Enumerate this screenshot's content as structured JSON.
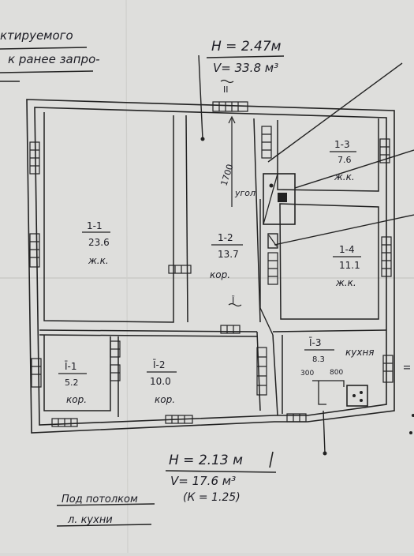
{
  "header_note": {
    "line1": "ктируемого",
    "line2": "к ранее запро-"
  },
  "top_volume": {
    "height": "H = 2.47м",
    "volume": "V= 33.8 м³",
    "mark": "II"
  },
  "rooms": [
    {
      "id": "1-1",
      "area": "23.6",
      "use": "ж.к."
    },
    {
      "id": "1-2",
      "area": "13.7",
      "use": "кор."
    },
    {
      "id": "1-3",
      "area": "7.6",
      "use": "ж.к."
    },
    {
      "id": "1-4",
      "area": "11.1",
      "use": "ж.к."
    },
    {
      "id": "Ī-1",
      "area": "5.2",
      "use": "кор."
    },
    {
      "id": "Ī-2",
      "area": "10.0",
      "use": "кор."
    },
    {
      "id": "Ī-3",
      "area": "8.3",
      "use": "кухня"
    }
  ],
  "labels": {
    "ugol": "угол",
    "dim_vertical": "1700",
    "dim_300": "300",
    "dim_800": "800",
    "mark_I": "Ī",
    "mark_II_right": "II"
  },
  "bottom_volume": {
    "height": "H = 2.13 м",
    "volume": "V= 17.6 м³",
    "coef": "(К = 1.25)"
  },
  "footnote": {
    "line1": "Под потолком",
    "line2": "л. кухни"
  }
}
